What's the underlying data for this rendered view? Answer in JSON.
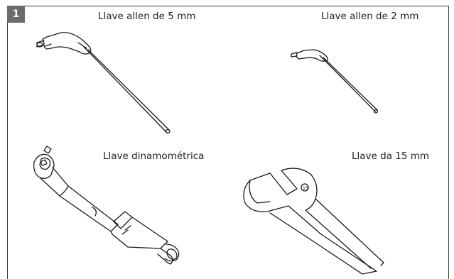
{
  "step": {
    "number": "1"
  },
  "tools": [
    {
      "label": "Llave allen de 5 mm",
      "icon": "allen-key-large-icon"
    },
    {
      "label": "Llave allen de 2 mm",
      "icon": "allen-key-small-icon"
    },
    {
      "label": "Llave dinamométrica",
      "icon": "torque-wrench-icon"
    },
    {
      "label": "Llave da 15 mm",
      "icon": "open-end-wrench-icon"
    }
  ],
  "colors": {
    "badge": "#6b6b6b",
    "line": "#3a3a3a",
    "text": "#222222"
  }
}
